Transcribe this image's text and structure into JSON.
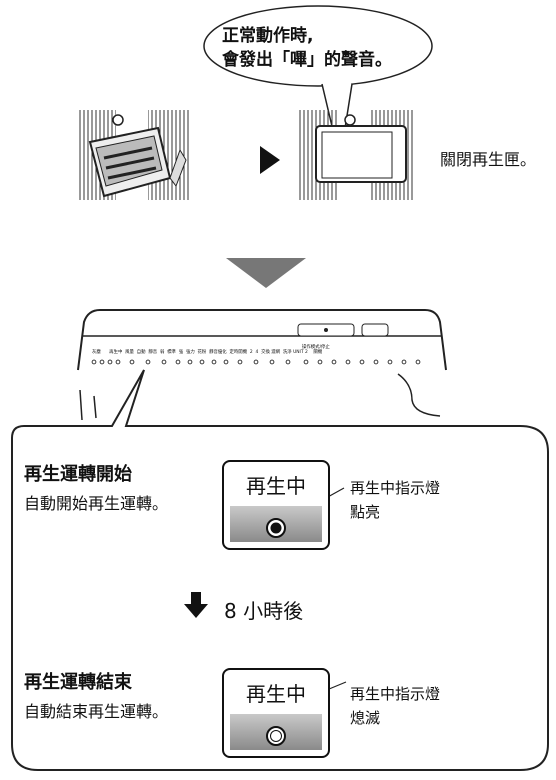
{
  "bubble": {
    "line1": "正常動作時,",
    "line2": "會發出「嗶」的聲音。"
  },
  "step_caption": "關閉再生匣。",
  "panel": {
    "top_label": "操作模式/停止",
    "labels": [
      "灰塵",
      "再生中",
      "風量",
      "自動",
      "靜音",
      "弱",
      "標準",
      "強",
      "強力",
      "花粉",
      "靜音優化",
      "定時開機",
      "2",
      "4",
      "交換",
      "濾網",
      "洗淨",
      "UNIT",
      "2",
      "關機"
    ]
  },
  "start_section": {
    "title": "再生運轉開始",
    "desc": "自動開始再生運轉。",
    "indicator_label": "再生中",
    "indicator_caption_1": "再生中指示燈",
    "indicator_caption_2": "點亮",
    "led_state": "on"
  },
  "after": {
    "text": "8 小時後",
    "icon": "down-arrow-icon"
  },
  "end_section": {
    "title": "再生運轉結束",
    "desc": "自動結束再生運轉。",
    "indicator_label": "再生中",
    "indicator_caption_1": "再生中指示燈",
    "indicator_caption_2": "熄滅",
    "led_state": "off"
  }
}
